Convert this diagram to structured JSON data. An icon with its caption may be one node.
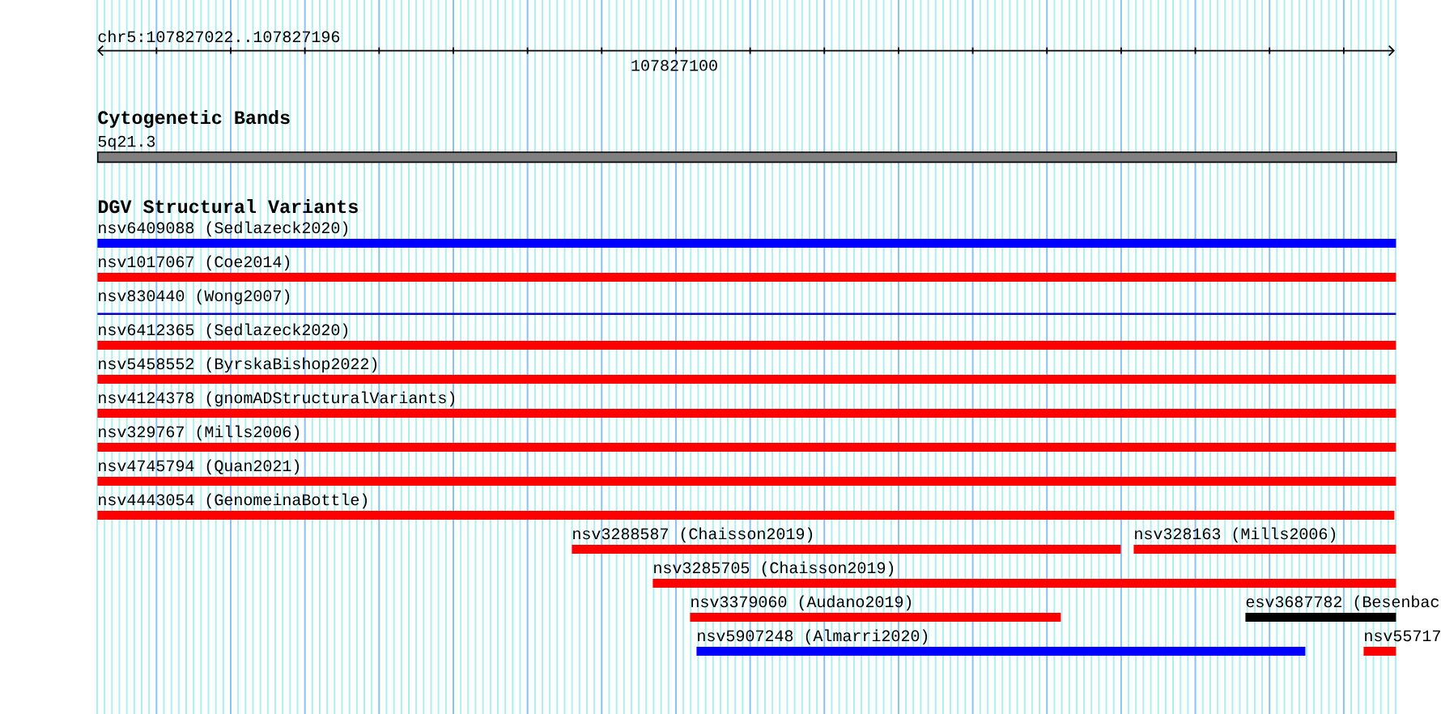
{
  "diagram": {
    "nodes": [
      {
        "text": [
          "5q21.3"
        ]
      },
      {
        "text": [
          "nsv6409088 (Sedlazeck2020)"
        ]
      },
      {
        "text": [
          "nsv1017067 (Coe2014)"
        ]
      },
      {
        "text": [
          "nsv830440 (Wong2007)"
        ]
      },
      {
        "text": [
          "nsv6412365 (Sedlazeck2020)"
        ]
      },
      {
        "text": [
          "nsv5458552 (ByrskaBishop2022)"
        ]
      },
      {
        "text": [
          "nsv4124378 (gnomADStructuralVariants)"
        ]
      },
      {
        "text": [
          "nsv329767 (Mills2006)"
        ]
      },
      {
        "text": [
          "nsv4745794 (Quan2021)"
        ]
      },
      {
        "text": [
          "nsv4443054 (GenomeinaBottle)"
        ]
      },
      {
        "text": [
          "nsv3288587 (Chaisson2019)"
        ]
      },
      {
        "text": [
          "nsv328163 (Mills2006)"
        ]
      },
      {
        "text": [
          "nsv3285705 (Chaisson2019)"
        ]
      },
      {
        "text": [
          "nsv3379060 (Audano2019)"
        ]
      },
      {
        "text": [
          "esv3687782 (Besenbac"
        ]
      },
      {
        "text": [
          "nsv5907248 (Almarri2020)"
        ]
      },
      {
        "text": [
          "nsv55717"
        ]
      }
    ],
    "labels": [
      "chr5:107827022..107827196",
      "107827100",
      "Cytogenetic Bands",
      "DGV Structural Variants"
    ]
  }
}
